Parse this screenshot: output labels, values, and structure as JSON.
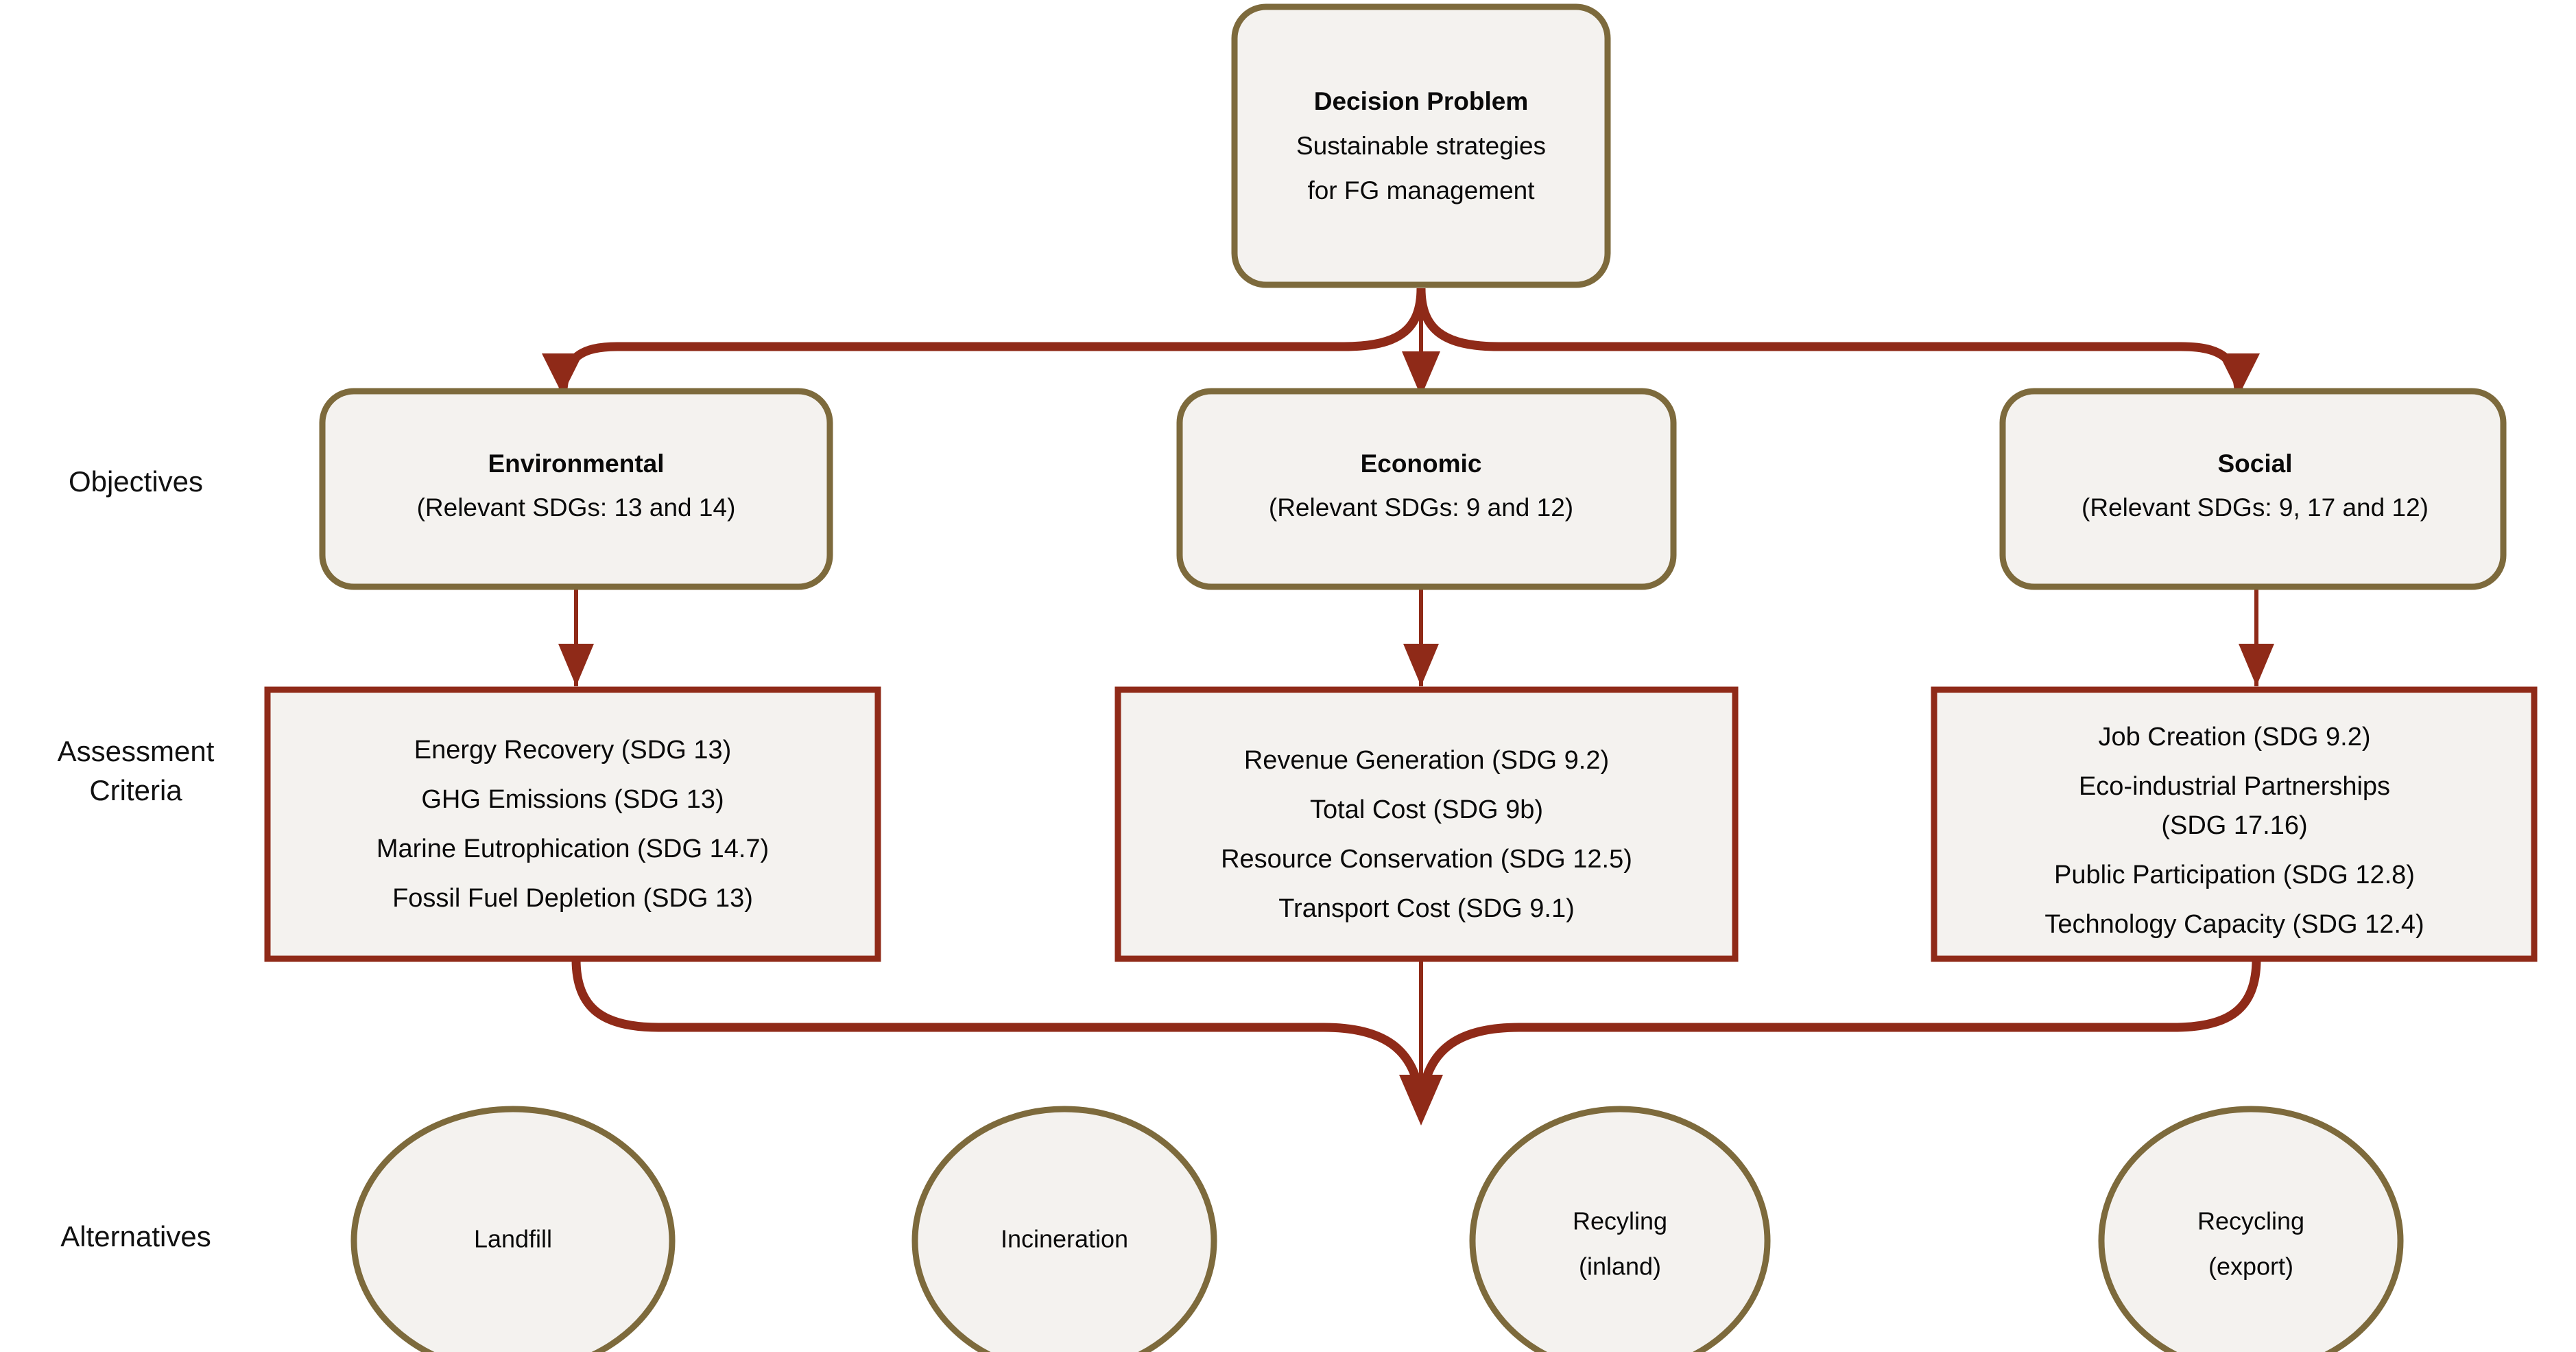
{
  "diagram": {
    "title_node": {
      "heading": "Decision Problem",
      "line1": "Sustainable strategies",
      "line2": "for FG management"
    },
    "row_labels": {
      "objectives": "Objectives",
      "assessment_line1": "Assessment",
      "assessment_line2": "Criteria",
      "alternatives": "Alternatives"
    },
    "objectives": [
      {
        "name": "Environmental",
        "sdgs": "(Relevant SDGs: 13 and 14)"
      },
      {
        "name": "Economic",
        "sdgs": "(Relevant SDGs: 9 and 12)"
      },
      {
        "name": "Social",
        "sdgs": "(Relevant SDGs: 9, 17 and 12)"
      }
    ],
    "criteria": [
      {
        "group": "Environmental",
        "lines": [
          "Energy Recovery (SDG 13)",
          "GHG Emissions (SDG 13)",
          "Marine Eutrophication (SDG 14.7)",
          "Fossil Fuel Depletion (SDG 13)"
        ]
      },
      {
        "group": "Economic",
        "lines": [
          "Revenue Generation (SDG 9.2)",
          "Total Cost (SDG 9b)",
          "Resource Conservation (SDG 12.5)",
          "Transport Cost (SDG 9.1)"
        ]
      },
      {
        "group": "Social",
        "lines": [
          "Job Creation (SDG 9.2)",
          "Eco-industrial Partnerships",
          "(SDG 17.16)",
          "Public Participation (SDG 12.8)",
          "Technology Capacity (SDG 12.4)"
        ]
      }
    ],
    "alternatives": [
      {
        "line1": "Landfill",
        "line2": ""
      },
      {
        "line1": "Incineration",
        "line2": ""
      },
      {
        "line1": "Recyling",
        "line2": "(inland)"
      },
      {
        "line1": "Recycling",
        "line2": "(export)"
      }
    ],
    "colors": {
      "node_border_gold": "#7d6a3c",
      "node_border_red": "#8f2a18",
      "node_fill": "#f4f2ef",
      "connector": "#8f2a18",
      "text": "#0a0a0a",
      "background": "#ffffff"
    }
  }
}
